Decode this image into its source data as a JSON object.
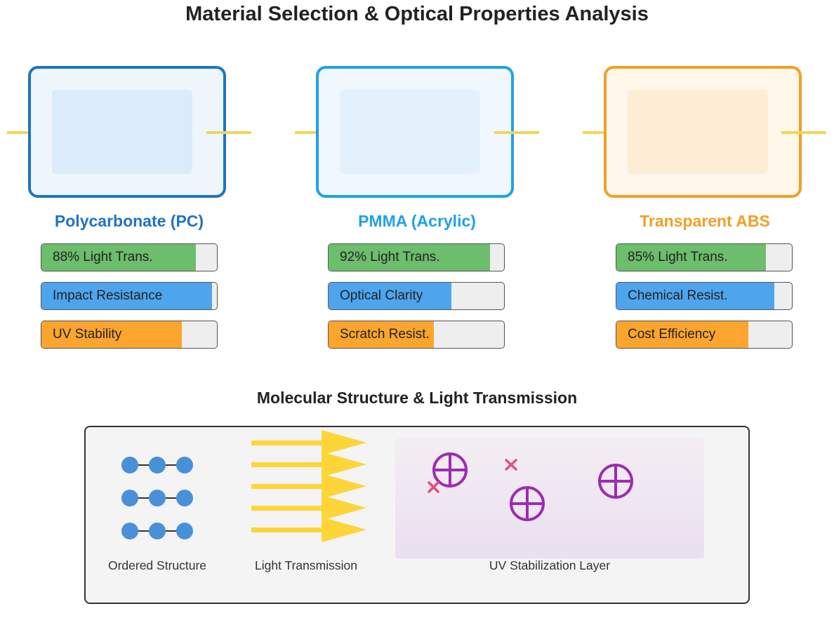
{
  "title": "Material Selection & Optical Properties Analysis",
  "materials": [
    {
      "name": "Polycarbonate (PC)",
      "color": "#1f73c4",
      "panel_fill": "#eef6fb",
      "inner_fill": "#dcebfa",
      "properties": [
        {
          "label": "88% Light Trans.",
          "level": 0.88,
          "color": "#6cbd6c"
        },
        {
          "label": "Impact Resistance",
          "level": 0.97,
          "color": "#4ea5ee"
        },
        {
          "label": "UV Stability",
          "level": 0.8,
          "color": "#fba52e"
        }
      ]
    },
    {
      "name": "PMMA (Acrylic)",
      "color": "#1ea1ea",
      "panel_fill": "#f1f8fd",
      "inner_fill": "#e3f1fc",
      "properties": [
        {
          "label": "92% Light Trans.",
          "level": 0.92,
          "color": "#6cbd6c"
        },
        {
          "label": "Optical Clarity",
          "level": 0.7,
          "color": "#4ea5ee"
        },
        {
          "label": "Scratch Resist.",
          "level": 0.6,
          "color": "#fba52e"
        }
      ]
    },
    {
      "name": "Transparent ABS",
      "color": "#f0a024",
      "panel_fill": "#fff7e9",
      "inner_fill": "#fdedd5",
      "properties": [
        {
          "label": "85% Light Trans.",
          "level": 0.85,
          "color": "#6cbd6c"
        },
        {
          "label": "Chemical Resist.",
          "level": 0.9,
          "color": "#4ea5ee"
        },
        {
          "label": "Cost Efficiency",
          "level": 0.75,
          "color": "#fba52e"
        }
      ]
    }
  ],
  "molecular": {
    "title": "Molecular Structure & Light Transmission",
    "ordered_label": "Ordered Structure",
    "transmission_label": "Light Transmission",
    "uv_label": "UV Stabilization Layer",
    "colors": {
      "molecule": "#4a90d9",
      "arrow": "#fcd638",
      "stabilizer": "#9c2cb0",
      "radical": "#e2507a"
    },
    "icons": [
      "molecule-chain-icon",
      "light-arrow-icon",
      "uv-stabilizer-icon",
      "free-radical-icon"
    ]
  }
}
